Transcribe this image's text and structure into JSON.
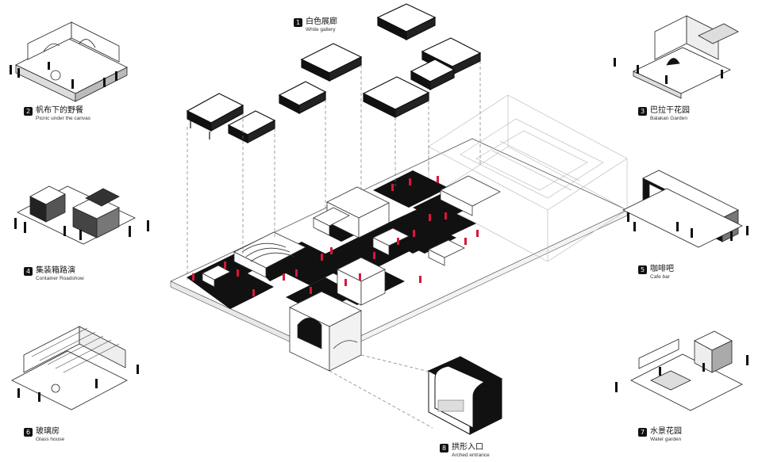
{
  "labels": [
    {
      "id": "white-gallery",
      "zh": "白色展廊",
      "en": "White gallery"
    },
    {
      "id": "picnic",
      "zh": "帆布下的野餐",
      "en": "Picnic under the canvas"
    },
    {
      "id": "balakan",
      "zh": "巴拉干花园",
      "en": "Balakan Garden"
    },
    {
      "id": "container",
      "zh": "集装箱路演",
      "en": "Container Roadshow"
    },
    {
      "id": "cafe",
      "zh": "咖啡吧",
      "en": "Cafe bar"
    },
    {
      "id": "glass",
      "zh": "玻璃房",
      "en": "Glass house"
    },
    {
      "id": "water",
      "zh": "水景花园",
      "en": "Water garden"
    },
    {
      "id": "arched",
      "zh": "拱形入口",
      "en": "Arched entrance"
    }
  ],
  "colors": {
    "ink": "#111111",
    "accent": "#d4183c",
    "line": "#9a9a9a"
  }
}
